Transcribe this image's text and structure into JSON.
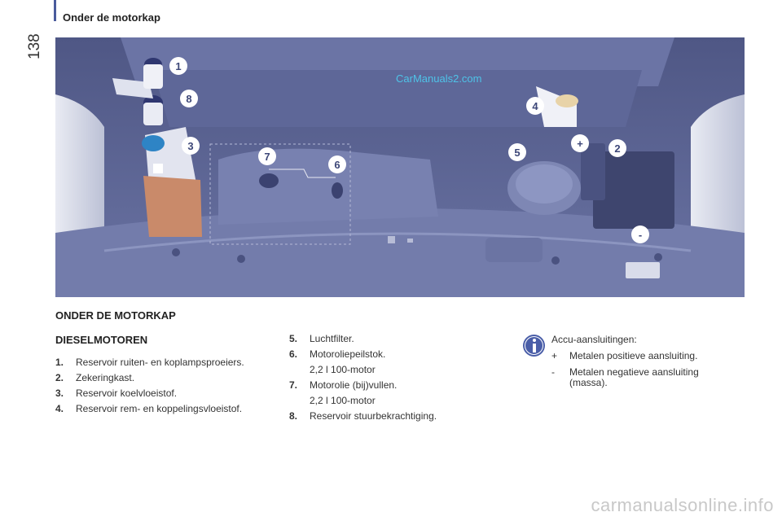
{
  "header": {
    "page_number": "138",
    "title": "Onder de motorkap"
  },
  "figure": {
    "watermark": "CarManuals2.com",
    "callouts": [
      "1",
      "8",
      "3",
      "7",
      "6",
      "4",
      "5",
      "+",
      "2",
      "-"
    ],
    "colors": {
      "background": "#5a6391",
      "callout_fill": "#ffffff",
      "callout_text": "#3d4778"
    }
  },
  "content": {
    "section_title": "ONDER DE MOTORKAP",
    "sub_title": "DIESELMOTOREN",
    "list_left": [
      {
        "num": "1.",
        "text": "Reservoir ruiten- en koplampsproeiers."
      },
      {
        "num": "2.",
        "text": "Zekeringkast."
      },
      {
        "num": "3.",
        "text": "Reservoir koelvloeistof."
      },
      {
        "num": "4.",
        "text": "Reservoir rem- en koppelingsvloeistof."
      }
    ],
    "list_right": [
      {
        "num": "5.",
        "text": "Luchtfilter."
      },
      {
        "num": "6.",
        "text": "Motoroliepeilstok."
      },
      {
        "sub": "2,2 l 100-motor"
      },
      {
        "num": "7.",
        "text": "Motorolie (bij)vullen."
      },
      {
        "sub": "2,2 l 100-motor"
      },
      {
        "num": "8.",
        "text": "Reservoir stuurbekrachtiging."
      }
    ],
    "info": {
      "icon": "info-icon",
      "heading": "Accu-aansluitingen:",
      "plus_symbol": "+",
      "plus_text": "Metalen positieve aansluiting.",
      "minus_symbol": "-",
      "minus_text_1": "Metalen negatieve aansluiting",
      "minus_text_2": "(massa)."
    }
  },
  "footer": {
    "watermark": "carmanualsonline.info"
  }
}
